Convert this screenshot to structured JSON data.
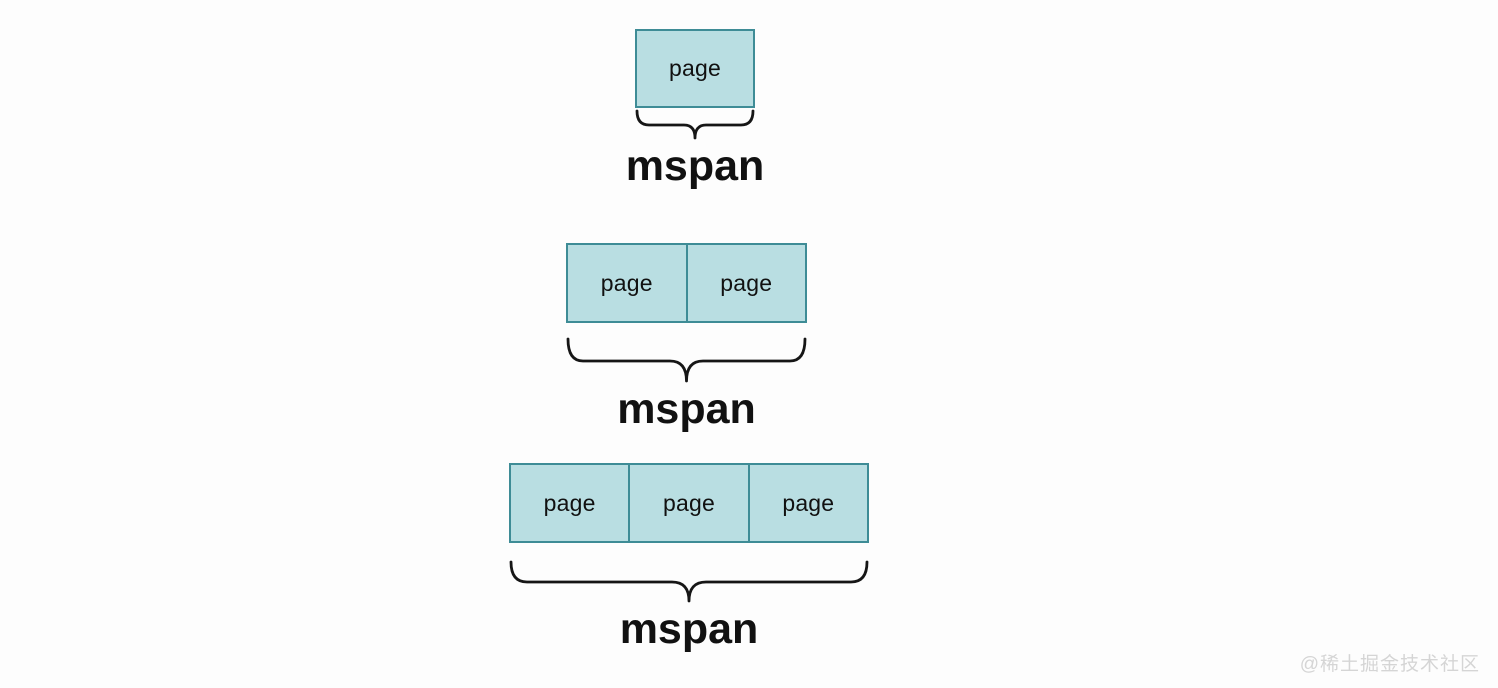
{
  "colors": {
    "background": "#fdfdfd",
    "box_fill": "#b9dee2",
    "box_border": "#3e8c96",
    "text": "#111111",
    "brace": "#161616",
    "watermark": "#d5d5d5"
  },
  "groups": [
    {
      "pages": [
        "page"
      ],
      "label": "mspan"
    },
    {
      "pages": [
        "page",
        "page"
      ],
      "label": "mspan"
    },
    {
      "pages": [
        "page",
        "page",
        "page"
      ],
      "label": "mspan"
    }
  ],
  "watermark": "@稀土掘金技术社区"
}
